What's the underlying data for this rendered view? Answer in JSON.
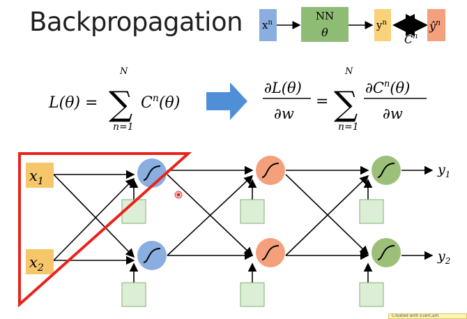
{
  "slide": {
    "title": "Backpropagation",
    "watermark": "Created with EverCam"
  },
  "pipeline": {
    "input": "x",
    "input_sup": "n",
    "nn_line1": "NN",
    "nn_line2": "θ",
    "output": "y",
    "output_sup": "n",
    "cost": "C",
    "cost_sup": "n",
    "target": "ŷ",
    "target_sup": "n"
  },
  "equation_left": {
    "lhs": "L(θ) =",
    "sum_top": "N",
    "sum_symbol": "∑",
    "sum_bottom": "n=1",
    "term": "C",
    "term_sup": "n",
    "term_arg": "(θ)"
  },
  "equation_right": {
    "num": "∂L(θ)",
    "den": "∂w",
    "eq": "=",
    "sum_top": "N",
    "sum_symbol": "∑",
    "sum_bottom": "n=1",
    "num2_a": "∂C",
    "num2_sup": "n",
    "num2_b": "(θ)",
    "den2": "∂w"
  },
  "network": {
    "inputs": [
      {
        "var": "x",
        "sub": "1"
      },
      {
        "var": "x",
        "sub": "2"
      }
    ],
    "outputs": [
      {
        "var": "y",
        "sub": "1"
      },
      {
        "var": "y",
        "sub": "2"
      }
    ]
  },
  "colors": {
    "input_box": "#f6c66b",
    "layer1": "#8aaee0",
    "layer2": "#f4a07c",
    "layer3": "#9cc07a",
    "bias_box": "#dcefd6",
    "bias_border": "#7fae72",
    "highlight": "#e8231b",
    "arrow": "#4f8fd8",
    "nn_box": "#8fbc74",
    "x_box": "#8aaee0",
    "y_box": "#f9d27a",
    "yhat_box": "#f4a07c"
  }
}
